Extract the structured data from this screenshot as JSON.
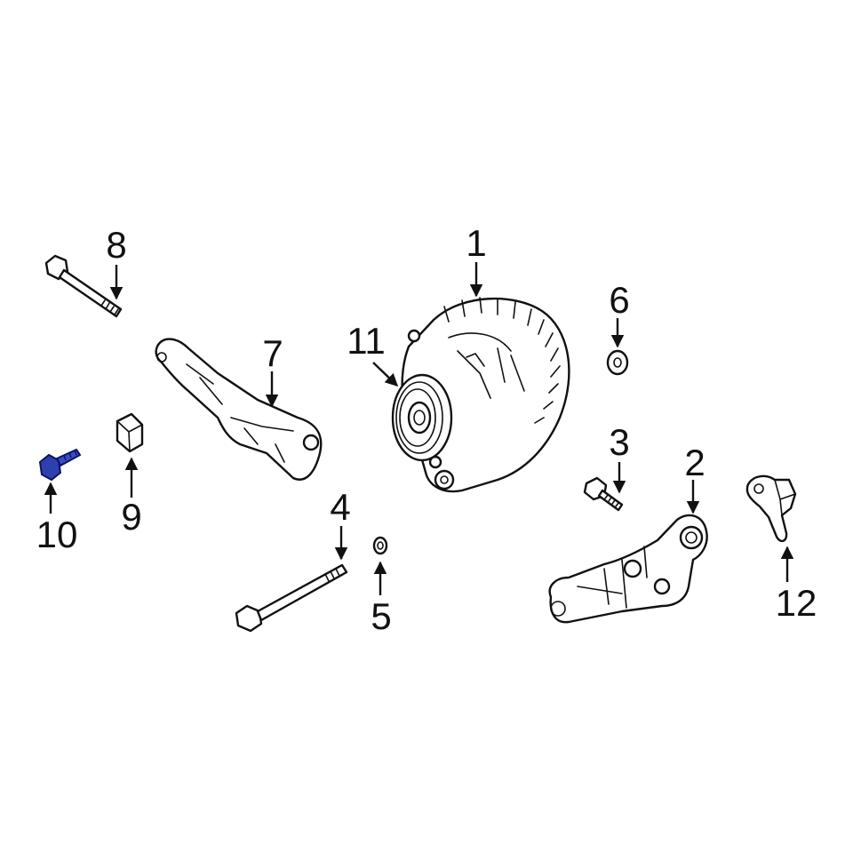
{
  "diagram": {
    "callouts": [
      {
        "id": "1",
        "label": "1"
      },
      {
        "id": "2",
        "label": "2"
      },
      {
        "id": "3",
        "label": "3"
      },
      {
        "id": "4",
        "label": "4"
      },
      {
        "id": "5",
        "label": "5"
      },
      {
        "id": "6",
        "label": "6"
      },
      {
        "id": "7",
        "label": "7"
      },
      {
        "id": "8",
        "label": "8"
      },
      {
        "id": "9",
        "label": "9"
      },
      {
        "id": "10",
        "label": "10"
      },
      {
        "id": "11",
        "label": "11"
      },
      {
        "id": "12",
        "label": "12"
      }
    ],
    "highlighted_part": "10",
    "highlight_color": "#2f3fb0",
    "line_color": "#111111",
    "background_color": "#ffffff"
  }
}
